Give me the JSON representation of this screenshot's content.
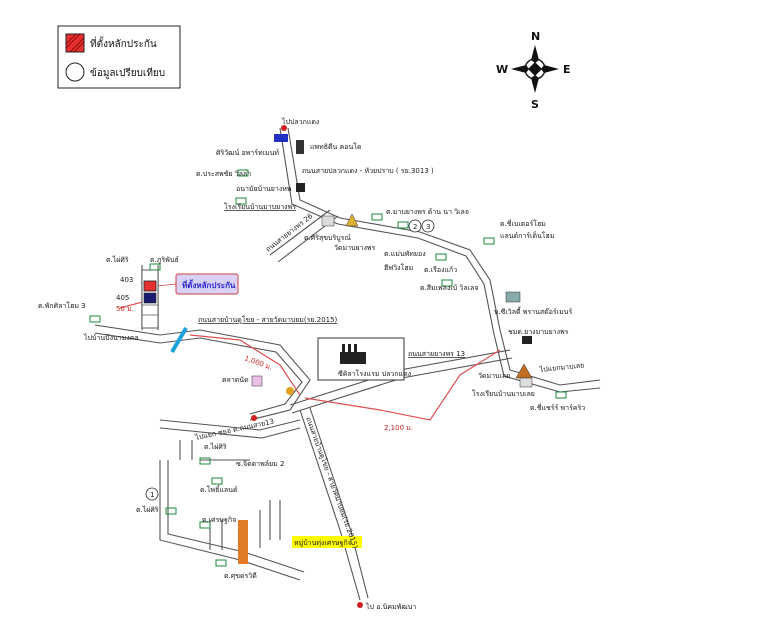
{
  "legend": {
    "site_label": "ที่ตั้งหลักประกัน",
    "compare_label": "ข้อมูลเปรียบเทียบ"
  },
  "compass": {
    "n": "N",
    "s": "S",
    "e": "E",
    "w": "W"
  },
  "colors": {
    "site_fill": "#e53030",
    "road": "#555555",
    "red_route": "#e05050",
    "callout_bg": "#d9d2f5",
    "callout_text": "#2a2ad0",
    "yellow_label": "#ffff00",
    "orange_plot": "#e07a26"
  },
  "labels": {
    "to_pluak_daeng": "ไปปลวกแดง",
    "pharma": "แพทธิดีน คอนโด",
    "siriwat": "ศิริวัฒน์ อพาร์ทเมนท์",
    "road_3013": "ถนนสายปลวกแดง - หัวยปราบ ( รย.3013 )",
    "prasop": "ต.ประสพชัย วิลล่า",
    "clinic": "อนามัยบ้านยางหพ",
    "school1": "โรงเรียนบ้านมาบยางพร",
    "mabyang_bridge": "ต.มาบยางพร ด้าน นา วิเลจ",
    "village_3": "ต.ชี่เบเตอร์โฮม",
    "village_3b": "แลนด์การ์เด็นโฮม",
    "road_26": "ถนนสายยางพร 26",
    "sirisuk": "ต.ศิริสุขบริบูรณ์",
    "wat": "วัดมาบยางพร",
    "maeni": "ต.แม่นพัทยอง",
    "home1": "ฮีฟวิงโฮม",
    "siri_garden": "ต.เรืองแก้ว",
    "siam_land": "ต.สีมเพลงเบ้ วิลเลจ",
    "phrae": "บ.ซีเวิลดี้ พรานสต๊อร์เมนร์",
    "bus_stop": "ชมด.ยางมาบยางพร",
    "to_pluakb": "ไปแยกมาบเลย",
    "factory": "ซีคิลาโรงแรม ปลวกแดง",
    "road_13": "ถนนสายยางพร 13",
    "wat2": "วัดมาบเลย",
    "school2": "โรงเรียนบ้านมาบเลย",
    "siam2": "ต.ชี่แชร์ร์ พาร์คริว",
    "chaiyasit": "ต.ไผ่ศิริ",
    "chaiyasit2": "ต.ภูริพันธ์",
    "num403": "403",
    "num405": "405",
    "dist50": "50 ม.",
    "kaset": "ต.พักศิลาโฮม 3",
    "to_banmab": "ไปบ้านบึงนามงคล",
    "callout": "ที่ตั้งหลักประกัน",
    "road_2015": "ถนนสายบ้านดูโขย - สายวัดมาบยม(รย.2015)",
    "dist1000": "1,000 ม.",
    "market": "ตลาดนัด",
    "dist2100": "2,100 ม.",
    "to_nongkok": "ไปแยก ชยอ ต.ถนนสาย13",
    "chaiyasit3": "ต.ไผ่ศิริ",
    "road_2": "ซ.จิตตาพล์ยม 2",
    "poti": "ต.โพธิ์แลนด์",
    "road_2015b": "ถนนสายบ้านดูโขย - สายวัดมาบยม(รย.2015)",
    "num1": "1",
    "chaiyasit4": "ต.ไผ่ศิริ",
    "setthakit": "ต.เศรษฐกิจ",
    "yellow_label": "หมู่บ้านทุ่งเศรษฐกิจ",
    "sukmaeng": "ต.ศุขดรวิดี",
    "to_nikhom": "ไป อ.นิคมพัฒนา",
    "num2": "2",
    "num3": "3"
  }
}
